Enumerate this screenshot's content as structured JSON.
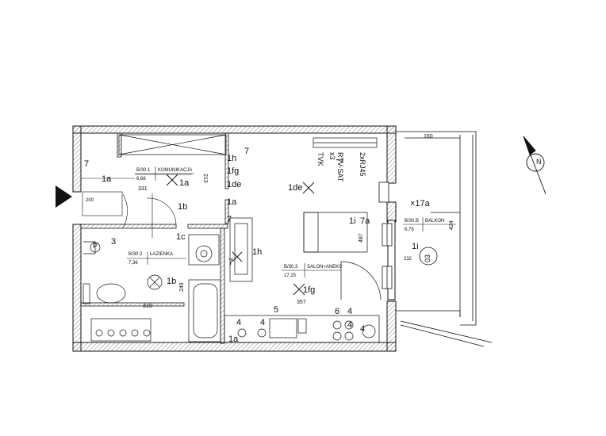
{
  "rooms": {
    "komunikacja": {
      "code": "B/30.1",
      "name": "KOMUNIKACJA",
      "area": "6,68"
    },
    "lazienka": {
      "code": "B/30.2",
      "name": "ŁAZIENKA",
      "area": "7,36"
    },
    "salon": {
      "code": "B/30.3",
      "name": "SALON+ANEKS",
      "area": "17,25"
    },
    "balkon": {
      "code": "B/30.B",
      "name": "BALKON",
      "area": "6,78"
    }
  },
  "dimensions": {
    "d331": "331",
    "d213": "213",
    "d200": "200",
    "d319": "319",
    "d249": "249",
    "d357": "357",
    "d487": "487",
    "d424": "424",
    "d232": "232",
    "d160": "160"
  },
  "symbols": {
    "s1h_top": "1h",
    "s1fg_top": "1fg",
    "s1de_hall": "1de",
    "s1a_hall": "1a",
    "s1a_hall2": "1a",
    "s1a_left": "1a",
    "s7_top": "7",
    "s7_left": "7",
    "s7_mid": "7",
    "s7_heater": "7",
    "s1de_salon": "1de",
    "s1b_hall": "1b",
    "s1b_bath": "1b",
    "s1c": "1c",
    "s1h_mid": "1h",
    "s3": "3",
    "s1i_sofa": "1i",
    "s7a_sofa": "7a",
    "s7a_bal": "×17a",
    "s1i_bal": "1i",
    "s1fg_bottom": "1fg",
    "s1a_bottom": "1a",
    "s5": "5",
    "s6": "6",
    "s4a": "4",
    "s4b": "4",
    "s4c": "4",
    "s4d": "4",
    "s4e": "4",
    "s03": "03",
    "s_p": "P"
  },
  "media": {
    "tvk": "TVK",
    "rtv": "RTV-SAT",
    "x3": "x3",
    "rtv7": "7",
    "z2": "2xRJ45"
  },
  "north": "N",
  "colors": {
    "line": "#111111",
    "hatch": "#555555",
    "wall": "#ffffff"
  }
}
